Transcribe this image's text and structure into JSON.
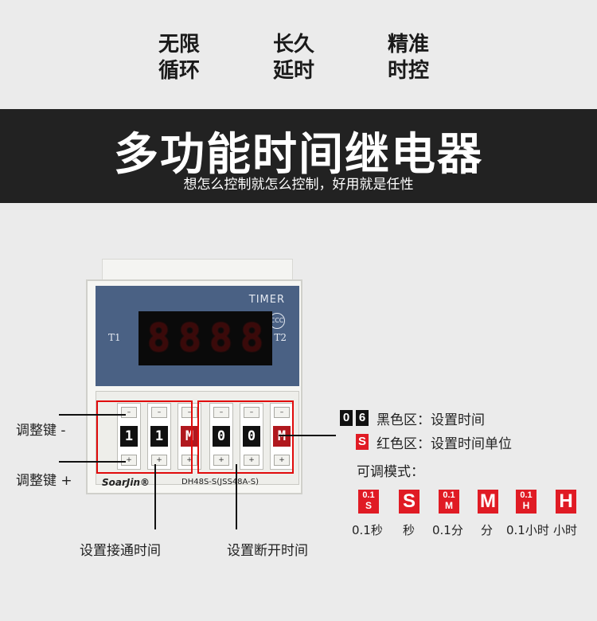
{
  "features": [
    {
      "line1": "无限",
      "line2": "循环"
    },
    {
      "line1": "长久",
      "line2": "延时"
    },
    {
      "line1": "精准",
      "line2": "时控"
    }
  ],
  "banner": {
    "title": "多功能时间继电器",
    "subtitle": "想怎么控制就怎么控制，好用就是任性"
  },
  "device": {
    "timer_label": "TIMER",
    "t1": "T1",
    "t2": "T2",
    "display_digits": [
      "8",
      "8",
      "8",
      "8"
    ],
    "switches": [
      "1",
      "1",
      "M",
      "0",
      "0",
      "M"
    ],
    "brand": "SoarJin®",
    "model": "DH48S-S(JSS48A-S)"
  },
  "callouts": {
    "adjust_minus": "调整键 -",
    "adjust_plus": "调整键 +",
    "set_on_time": "设置接通时间",
    "set_off_time": "设置断开时间"
  },
  "legend": {
    "black_chips": [
      "0",
      "6"
    ],
    "black_text": "黑色区：设置时间",
    "red_chip": "S",
    "red_text": "红色区：设置时间单位",
    "mode_title": "可调模式："
  },
  "modes": [
    {
      "top": "0.1",
      "bottom": "S",
      "label": "0.1秒"
    },
    {
      "big": "S",
      "label": "秒"
    },
    {
      "top": "0.1",
      "bottom": "M",
      "label": "0.1分"
    },
    {
      "big": "M",
      "label": "分"
    },
    {
      "top": "0.1",
      "bottom": "H",
      "label": "0.1小时"
    },
    {
      "big": "H",
      "label": "小时"
    }
  ],
  "colors": {
    "accent_red": "#e01b24",
    "banner_bg": "#222222",
    "panel_blue": "#4a6184"
  }
}
